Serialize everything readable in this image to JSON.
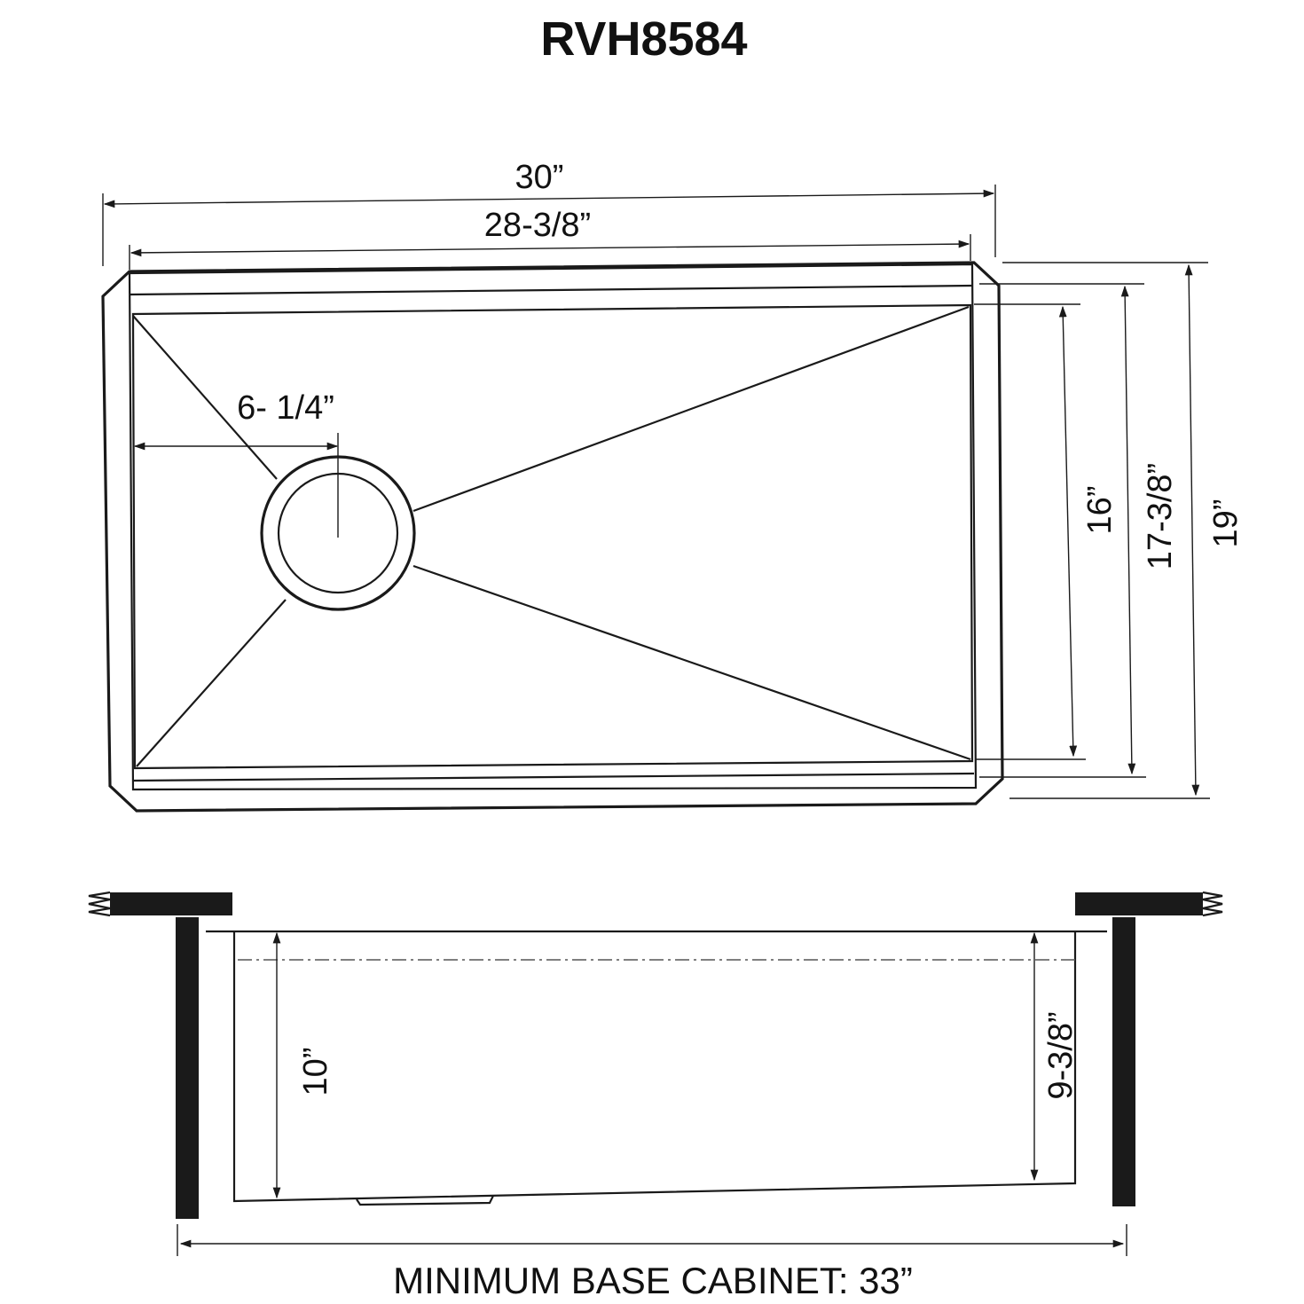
{
  "title": "RVH8584",
  "top_view": {
    "overall_width": "30”",
    "inner_width": "28-3/8”",
    "drain_offset": "6- 1/4”",
    "inner_depth": "16”",
    "mid_depth": "17-3/8”",
    "overall_depth": "19”"
  },
  "side_view": {
    "outer_height": "10”",
    "inner_height": "9-3/8”"
  },
  "footer": "MINIMUM BASE CABINET: 33”"
}
